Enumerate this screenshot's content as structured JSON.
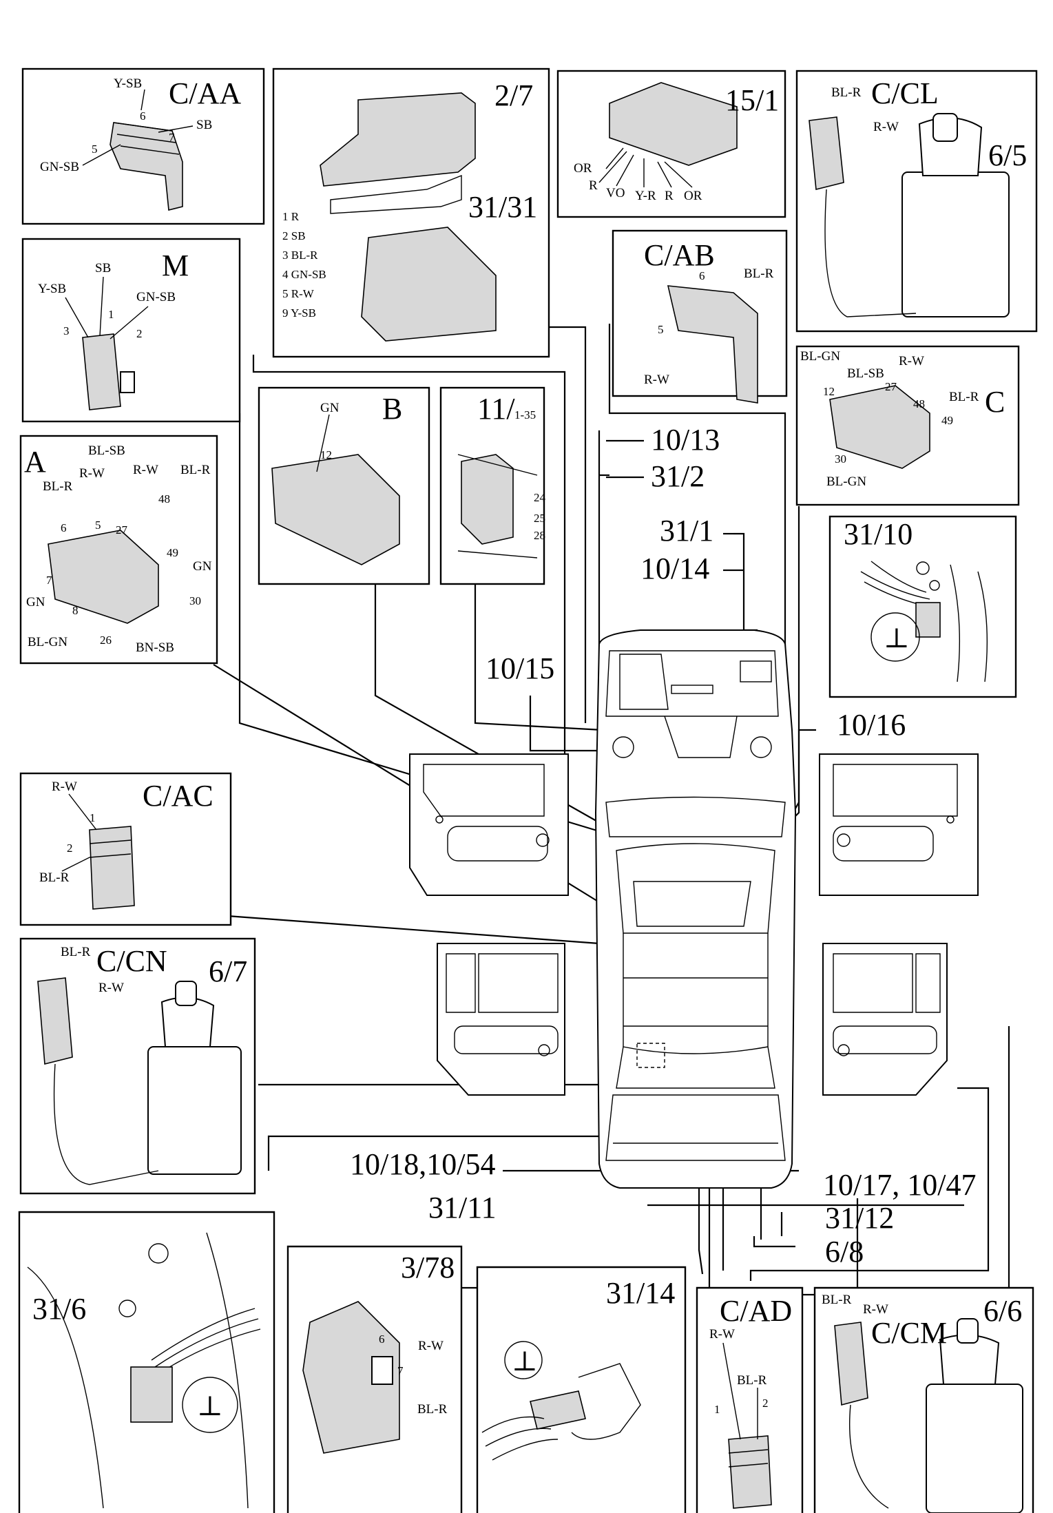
{
  "panels": {
    "c_aa": {
      "title": "C/AA",
      "wires": [
        "Y-SB",
        "SB",
        "GN-SB"
      ],
      "pins": [
        "6",
        "7",
        "5"
      ]
    },
    "p_2_7": {
      "title": "2/7",
      "subtitle": "31/31",
      "legend": [
        "1  R",
        "2  SB",
        "3  BL-R",
        "4  GN-SB",
        "5  R-W",
        "9  Y-SB"
      ]
    },
    "p_15_1": {
      "title": "15/1",
      "wires": [
        "OR",
        "R",
        "VO",
        "Y-R",
        "R",
        "OR"
      ]
    },
    "c_cl": {
      "title": "C/CL",
      "part": "6/5",
      "wires": [
        "BL-R",
        "R-W"
      ]
    },
    "m": {
      "title": "M",
      "wires": [
        "SB",
        "Y-SB",
        "GN-SB"
      ],
      "pins": [
        "1",
        "3",
        "2"
      ]
    },
    "c_ab": {
      "title": "C/AB",
      "wires": [
        "BL-R",
        "R-W"
      ],
      "pins": [
        "6",
        "5"
      ]
    },
    "c": {
      "title": "C",
      "wires": [
        "BL-GN",
        "R-W",
        "BL-SB",
        "BL-R",
        "BL-GN"
      ],
      "pins": [
        "12",
        "27",
        "48",
        "49",
        "30"
      ]
    },
    "b": {
      "title": "B",
      "wires": [
        "GN"
      ],
      "pins": [
        "12"
      ]
    },
    "p_11": {
      "title": "11/",
      "range": "1-35",
      "pins": [
        "24",
        "25",
        "28"
      ]
    },
    "a": {
      "title": "A",
      "wires": [
        "BL-SB",
        "R-W",
        "BL-R",
        "R-W",
        "BL-R",
        "GN",
        "GN",
        "BL-GN",
        "BN-SB"
      ],
      "pins": [
        "6",
        "5",
        "27",
        "48",
        "49",
        "7",
        "30",
        "8",
        "26"
      ]
    },
    "p_31_10": {
      "title": "31/10"
    },
    "c_ac": {
      "title": "C/AC",
      "wires": [
        "R-W",
        "BL-R"
      ],
      "pins": [
        "1",
        "2"
      ]
    },
    "c_cn": {
      "title": "C/CN",
      "part": "6/7",
      "wires": [
        "BL-R",
        "R-W"
      ]
    },
    "p_31_6": {
      "title": "31/6"
    },
    "p_3_78": {
      "title": "3/78",
      "wires": [
        "R-W",
        "BL-R"
      ],
      "pins": [
        "6",
        "7"
      ]
    },
    "p_31_14": {
      "title": "31/14"
    },
    "c_ad": {
      "title": "C/AD",
      "wires": [
        "R-W",
        "BL-R"
      ],
      "pins": [
        "1",
        "2"
      ]
    },
    "c_cm": {
      "title": "C/CM",
      "part": "6/6",
      "wires": [
        "BL-R",
        "R-W"
      ]
    }
  },
  "callouts": {
    "c10_13": "10/13",
    "c31_2": "31/2",
    "c31_1": "31/1",
    "c10_14": "10/14",
    "c10_15": "10/15",
    "c10_16": "10/16",
    "c10_18": "10/18,10/54",
    "c31_11": "31/11",
    "c10_17": "10/17, 10/47",
    "c31_12": "31/12",
    "c6_8": "6/8"
  },
  "ground_symbol": "⊥"
}
